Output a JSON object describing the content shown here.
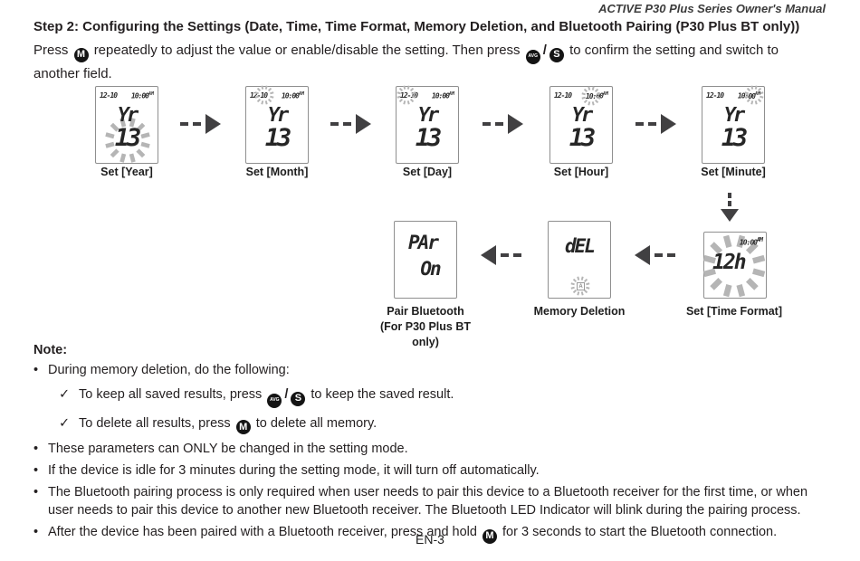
{
  "header": {
    "text": "ACTIVE P30 Plus Series Owner's Manual"
  },
  "step": {
    "title": "Step 2: Configuring the Settings (Date, Time, Time Format, Memory Deletion, and Bluetooth Pairing (P30 Plus BT only))",
    "intro_pre": "Press",
    "intro_mid": "repeatedly to adjust the value or enable/disable the setting. Then press",
    "intro_post": "to confirm the setting and switch to another field."
  },
  "buttons": {
    "m": "M",
    "avg": "AVG",
    "s": "S",
    "separator": "/"
  },
  "lcd": {
    "date_left": "12-",
    "date_right": "10",
    "time_h": "10:",
    "time_m": "00",
    "ampm": "AM",
    "year_label": "Yr",
    "year_value": "13",
    "pair_top": "PAr",
    "pair_bottom": "On",
    "del": "dEL",
    "mem_icon": "A",
    "time_format": "12h"
  },
  "labels": {
    "year": "Set [Year]",
    "month": "Set [Month]",
    "day": "Set [Day]",
    "hour": "Set [Hour]",
    "minute": "Set [Minute]",
    "pair": "Pair Bluetooth\n(For P30 Plus BT\nonly)",
    "memory": "Memory Deletion",
    "time_format": "Set [Time Format]"
  },
  "note": {
    "heading": "Note:",
    "bullet_char": "•",
    "check_char": "✓",
    "b1": "During memory deletion, do the following:",
    "c1_pre": "To keep all saved results, press",
    "c1_post": "to keep the saved result.",
    "c2_pre": "To delete all results, press",
    "c2_post": "to delete all memory.",
    "b2": "These parameters can ONLY be changed in the setting mode.",
    "b3": "If the device is idle for 3 minutes during the setting mode, it will turn off automatically.",
    "b4": "The Bluetooth pairing process is only required when user needs to pair this device to a Bluetooth receiver for the first time, or when user needs to pair this device to another new Bluetooth receiver. The Bluetooth LED Indicator will blink during the pairing process.",
    "b5_pre": "After the device has been paired with a Bluetooth receiver, press and hold",
    "b5_post": "for 3 seconds to start the Bluetooth connection."
  },
  "footer": {
    "page": "EN-3"
  }
}
